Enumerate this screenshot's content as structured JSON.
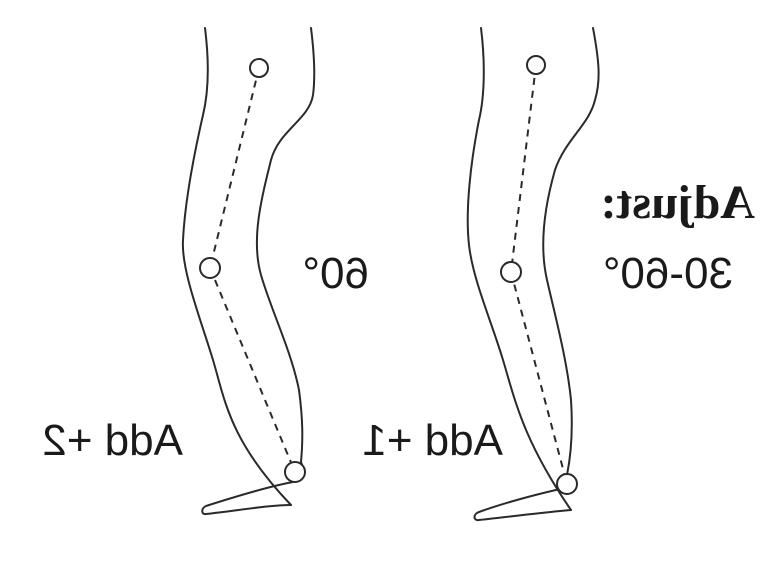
{
  "labels": {
    "left_leg_bottom": "Add +2",
    "left_leg_angle": "60°",
    "right_leg_bottom": "Add +1",
    "right_leg_heading": "Adjust:",
    "right_leg_angle": "30-60°"
  },
  "orientation": "mirrored-horizontally",
  "colors": {
    "line": "#2a2a2a",
    "text": "#1a1a1a",
    "background": "#ffffff"
  }
}
